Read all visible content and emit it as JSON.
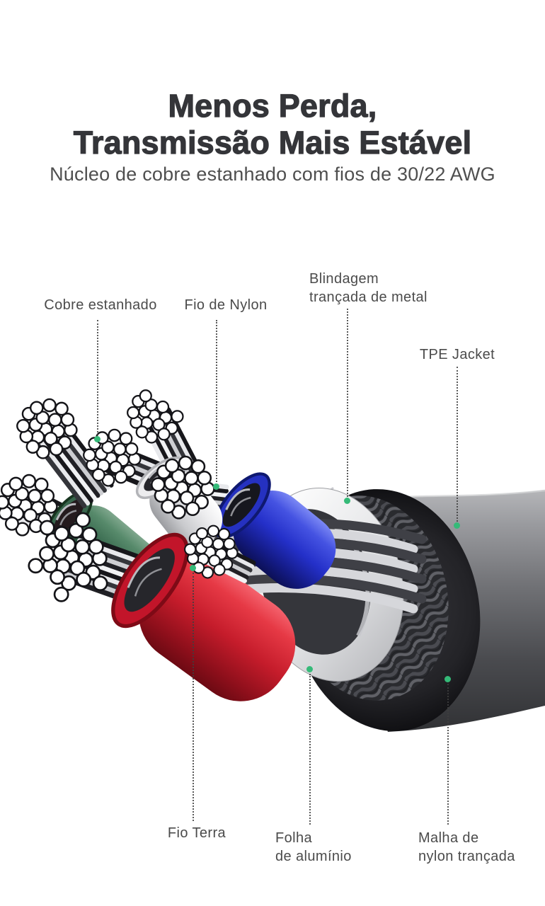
{
  "page": {
    "background": "#ffffff"
  },
  "header": {
    "title_line1": "Menos Perda,",
    "title_line2": "Transmissão Mais Estável",
    "subtitle": "Núcleo de cobre estanhado com fios de 30/22 AWG"
  },
  "colors": {
    "page_bg": "#ffffff",
    "accent_green": "#35ba78",
    "title_text": "#343539",
    "subtitle_text": "#4f4f4f",
    "label_text": "#4b4b4b",
    "leader_line": "#3f3f3f",
    "wire_blue": "#2430c9",
    "wire_red": "#c51c2b",
    "wire_green": "#3a6b50",
    "wire_white": "#ececee",
    "tpe_gray": "#717276",
    "jacket_black": "#141418",
    "shield_gray": "#2a2b2f",
    "strand_silver": "#d6d7db"
  },
  "diagram": {
    "callouts": [
      {
        "id": "cobre",
        "label": "Cobre estanhado"
      },
      {
        "id": "nylon",
        "label": "Fio de Nylon"
      },
      {
        "id": "blindagem",
        "label": "Blindagem\ntrançada de metal"
      },
      {
        "id": "tpe",
        "label": "TPE Jacket"
      },
      {
        "id": "terra",
        "label": "Fio Terra"
      },
      {
        "id": "folha",
        "label": "Folha\nde alumínio"
      },
      {
        "id": "malha",
        "label": "Malha de\nnylon trançada"
      }
    ]
  }
}
